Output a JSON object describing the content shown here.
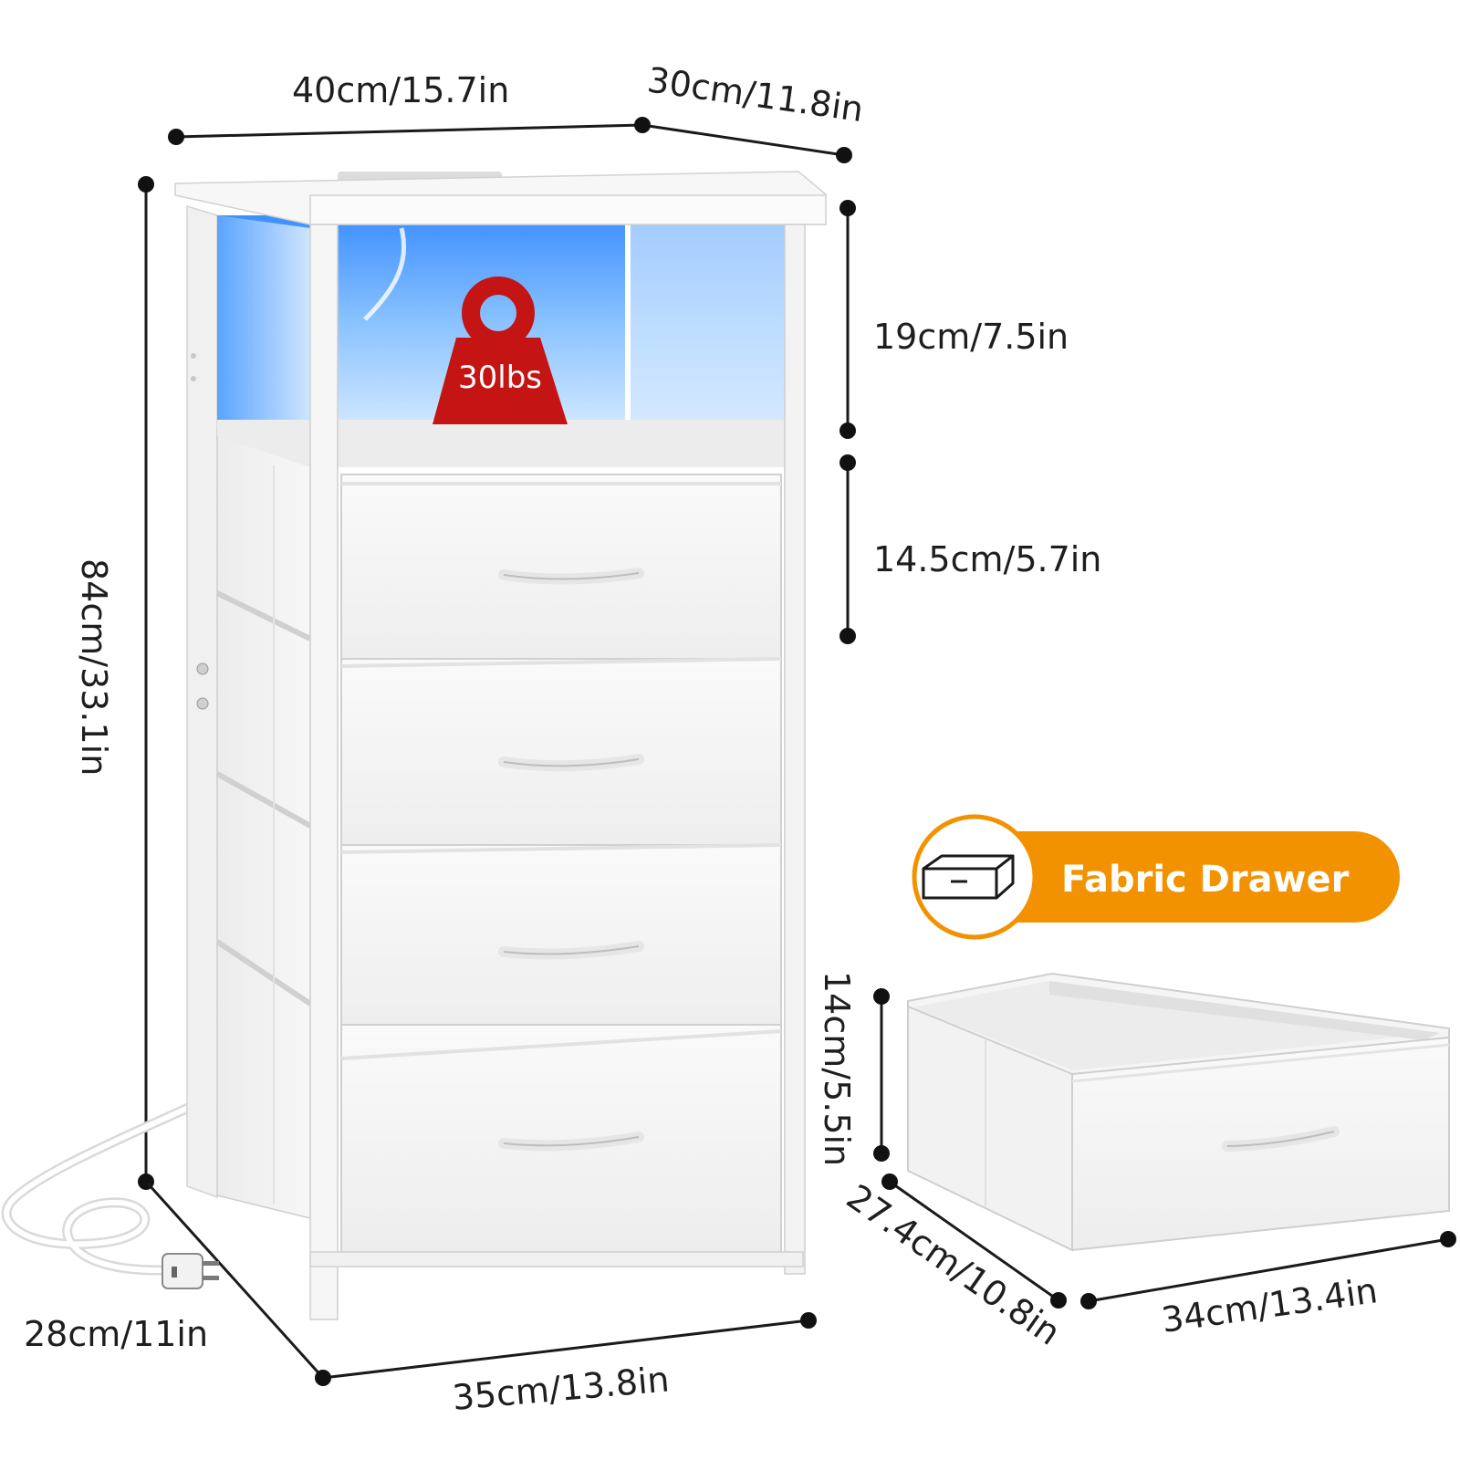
{
  "dimensions": {
    "width": "40cm/15.7in",
    "depth": "30cm/11.8in",
    "height": "84cm/33.1in",
    "shelf_height": "19cm/7.5in",
    "drawer_front_height": "14.5cm/5.7in",
    "side_depth": "28cm/11in",
    "base_width": "35cm/13.8in"
  },
  "weight_badge": {
    "label": "30lbs",
    "color": "#c41414"
  },
  "fabric_drawer": {
    "badge_label": "Fabric Drawer",
    "badge_color": "#f39200",
    "icon": "drawer-box-icon",
    "height": "14cm/5.5in",
    "depth": "27.4cm/10.8in",
    "width": "34cm/13.4in"
  },
  "colors": {
    "led_glow": "#6fb4ff",
    "furniture": "#f4f4f4"
  }
}
